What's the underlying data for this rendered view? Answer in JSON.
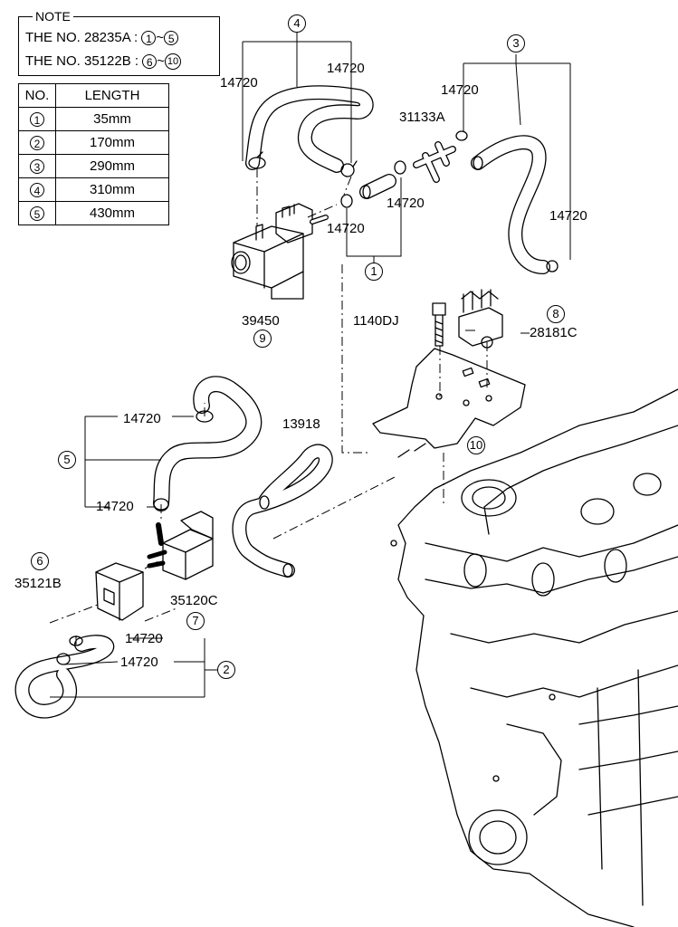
{
  "note": {
    "title": "NOTE",
    "line1_prefix": "THE NO. 28235A :",
    "line1_from": "1",
    "line1_sep": "~",
    "line1_to": "5",
    "line2_prefix": "THE NO. 35122B :",
    "line2_from": "6",
    "line2_sep": "~",
    "line2_to": "10"
  },
  "length_table": {
    "headers": [
      "NO.",
      "LENGTH"
    ],
    "rows": [
      {
        "no": "1",
        "length": "35mm"
      },
      {
        "no": "2",
        "length": "170mm"
      },
      {
        "no": "3",
        "length": "290mm"
      },
      {
        "no": "4",
        "length": "310mm"
      },
      {
        "no": "5",
        "length": "430mm"
      }
    ]
  },
  "labels": {
    "clamp": "14720",
    "valve_top": "39450",
    "tee": "31133A",
    "bolt": "1140DJ",
    "clip": "28181C",
    "hose_13918": "13918",
    "bracket_35121": "35121B",
    "valve_35120": "35120C"
  },
  "callouts": {
    "c1": "1",
    "c2": "2",
    "c3": "3",
    "c4": "4",
    "c5": "5",
    "c6": "6",
    "c7": "7",
    "c8": "8",
    "c9": "9",
    "c10": "10"
  },
  "colors": {
    "line": "#000000",
    "background": "#ffffff"
  }
}
